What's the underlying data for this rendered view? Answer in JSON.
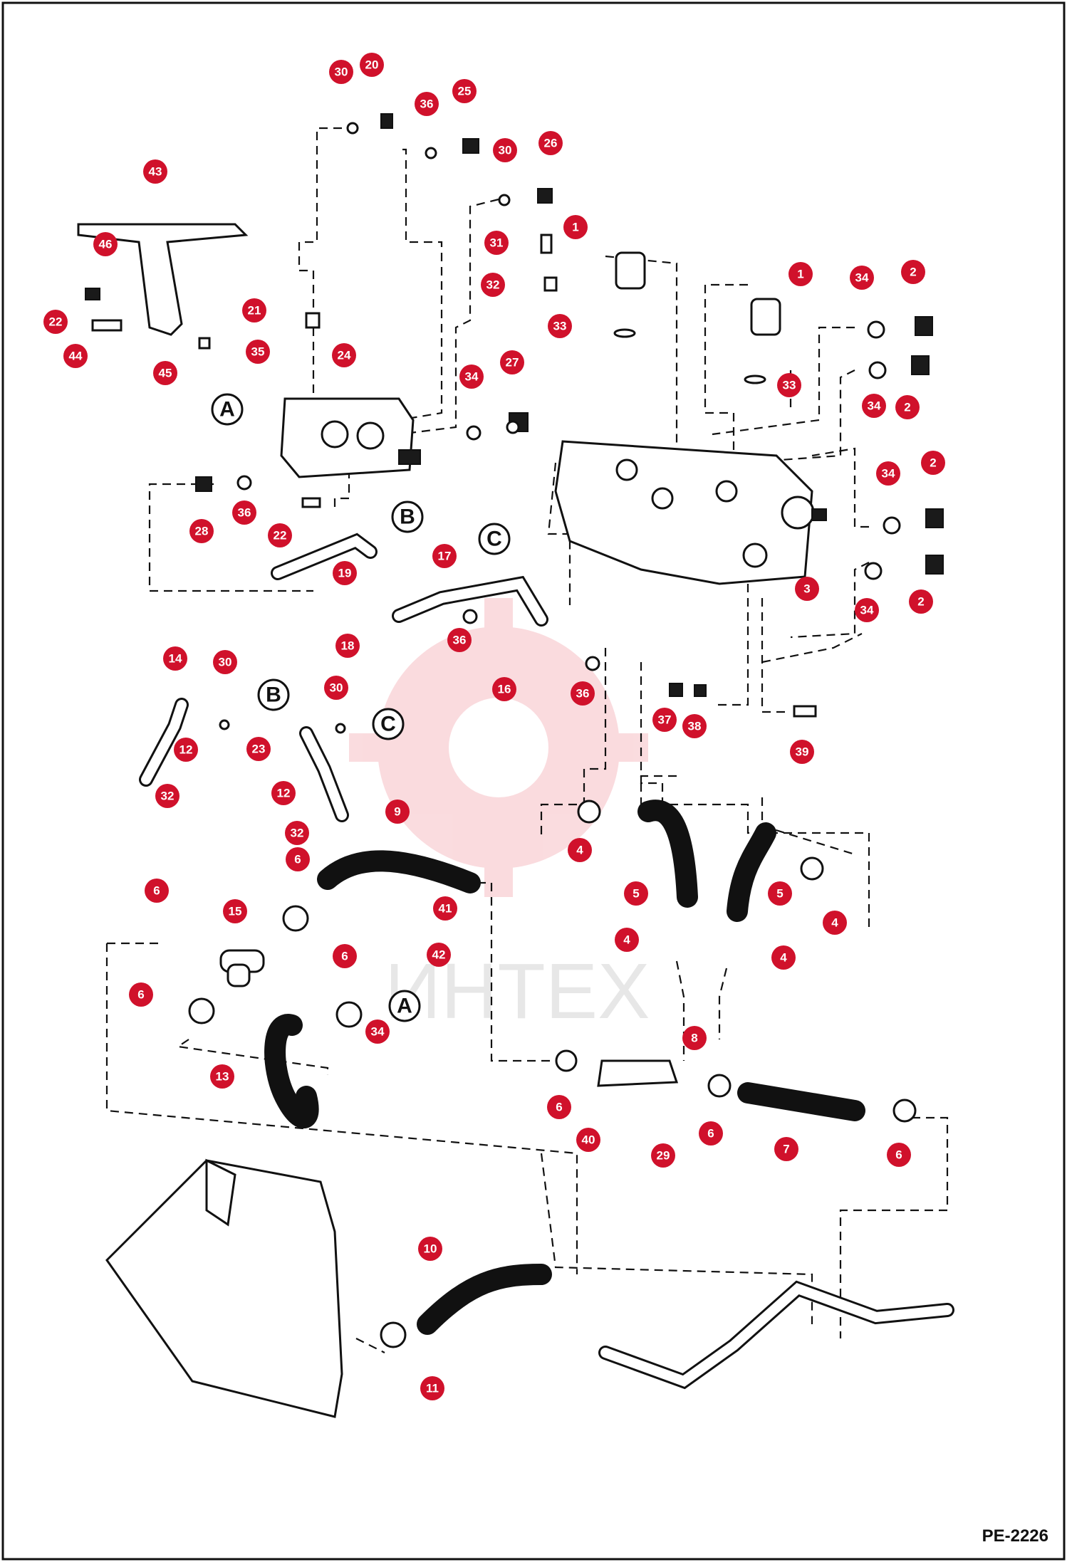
{
  "figure_id": "PE-2226",
  "watermark": "ИНТЕХ",
  "connector_letters": [
    "A",
    "B",
    "C"
  ],
  "callouts": [
    "1",
    "2",
    "3",
    "4",
    "5",
    "6",
    "7",
    "8",
    "9",
    "10",
    "11",
    "12",
    "13",
    "14",
    "15",
    "16",
    "17",
    "18",
    "19",
    "20",
    "21",
    "22",
    "23",
    "24",
    "25",
    "26",
    "27",
    "28",
    "29",
    "30",
    "31",
    "32",
    "33",
    "34",
    "35",
    "36",
    "37",
    "38",
    "39",
    "40",
    "41",
    "42",
    "43",
    "44",
    "45",
    "46"
  ],
  "colors": {
    "callout": "#d0112b",
    "line": "#111111",
    "watermark": "#f2b3b8"
  }
}
